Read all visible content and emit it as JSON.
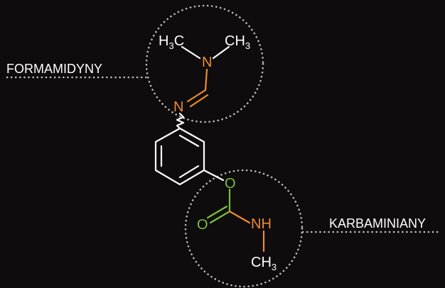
{
  "labels": {
    "formamidines": "FORMAMIDYNY",
    "carbamates": "KARBAMINIANY"
  },
  "atoms": {
    "h3c_left_h": "H",
    "h3c_left_sub": "3",
    "h3c_left_c": "C",
    "ch3_right_c": "CH",
    "ch3_right_sub": "3",
    "n_amine": "N",
    "n_imine": "N",
    "o_ester": "O",
    "o_carbonyl": "O",
    "nh": "NH",
    "ch3_bottom_c": "CH",
    "ch3_bottom_sub": "3"
  },
  "colors": {
    "background": "#0e0c0c",
    "bond": "#ffffff",
    "nitrogen": "#ef8a2e",
    "oxygen": "#7cbf3b",
    "dotted": "#bcbcbc"
  }
}
